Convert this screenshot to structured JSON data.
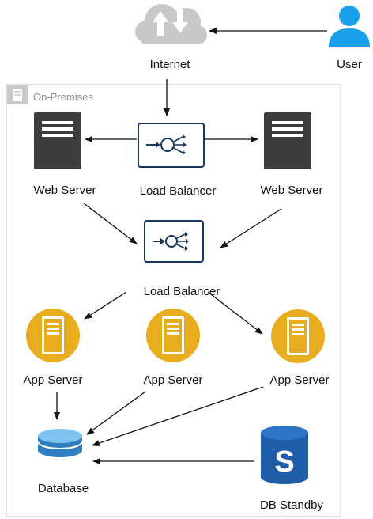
{
  "group": {
    "label": "On-Premises"
  },
  "nodes": {
    "internet": "Internet",
    "user": "User",
    "load_balancer_top": "Load Balancer",
    "web_server_left": "Web Server",
    "web_server_right": "Web Server",
    "load_balancer_mid": "Load Balancer",
    "app_server_left": "App Server",
    "app_server_center": "App Server",
    "app_server_right": "App Server",
    "database": "Database",
    "db_standby": "DB Standby"
  },
  "standby_badge": "S",
  "colors": {
    "cloud": "#c8c8c8",
    "user": "#1aa0ea",
    "server": "#3d3d3d",
    "app_server": "#e8ad1f",
    "load_balancer": "#17375e",
    "database": "#2e7fc1",
    "db_standby": "#1f5da8",
    "group_border": "#bdbdbd"
  }
}
